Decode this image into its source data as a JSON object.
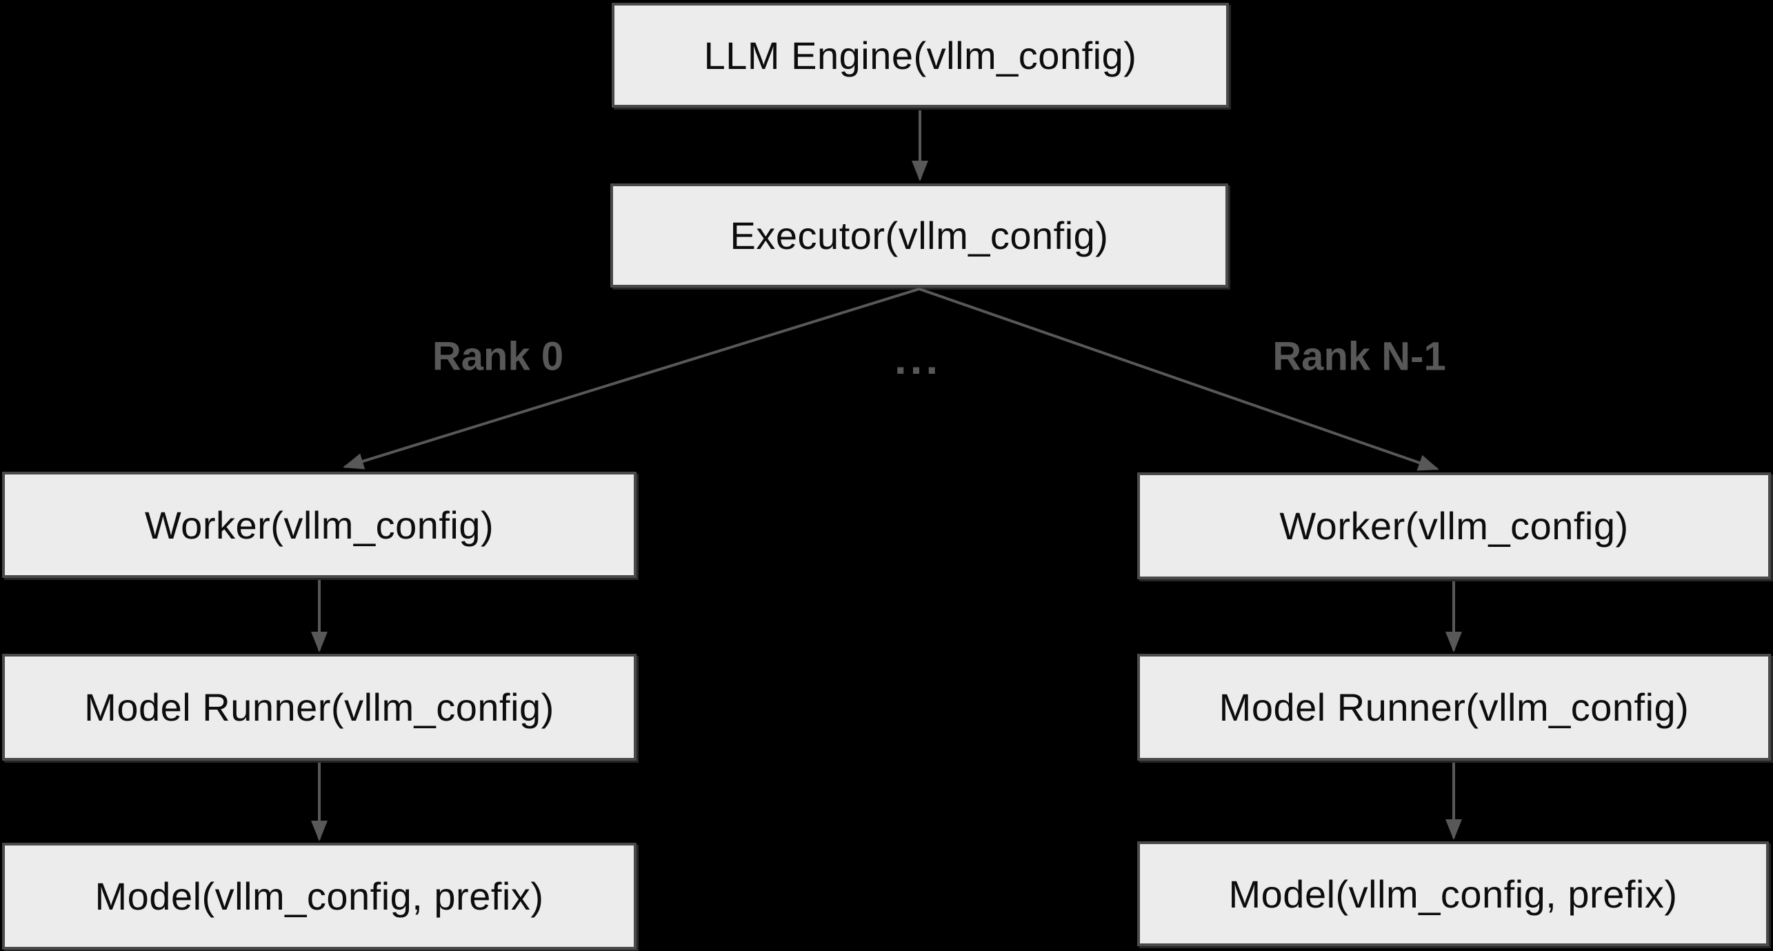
{
  "diagram": {
    "nodes": {
      "llm_engine": "LLM Engine(vllm_config)",
      "executor": "Executor(vllm_config)",
      "worker_left": "Worker(vllm_config)",
      "worker_right": "Worker(vllm_config)",
      "model_runner_left": "Model Runner(vllm_config)",
      "model_runner_right": "Model Runner(vllm_config)",
      "model_left": "Model(vllm_config, prefix)",
      "model_right": "Model(vllm_config, prefix)"
    },
    "edge_labels": {
      "rank_0": "Rank 0",
      "ellipsis": "...",
      "rank_n_minus_1": "Rank N-1"
    },
    "colors": {
      "background": "#000000",
      "node_fill": "#ececec",
      "node_border": "#4a4a4a",
      "node_text": "#0d0d0d",
      "edge": "#585858",
      "edge_label": "#585858"
    }
  }
}
